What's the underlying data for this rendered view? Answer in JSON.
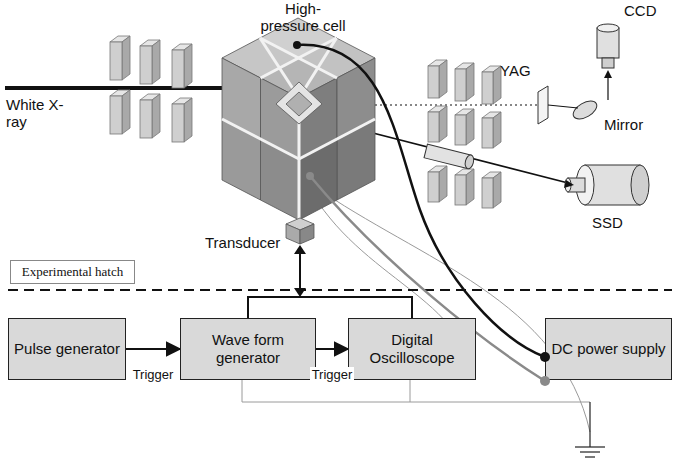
{
  "diagram": {
    "nodes": [
      {
        "text": [
          "Experimental hatch"
        ]
      },
      {
        "text": [
          "Pulse generator"
        ]
      },
      {
        "text": [
          "Wave form generator"
        ]
      },
      {
        "text": [
          "Digital Oscilloscope"
        ]
      },
      {
        "text": [
          "DC power supply"
        ]
      }
    ],
    "edges": [
      {
        "from": 1,
        "to": 2,
        "label": "Trigger",
        "arrow": "to"
      },
      {
        "from": 2,
        "to": 3,
        "label": "Trigger",
        "arrow": "to"
      },
      {
        "from": 2,
        "to": 3,
        "arrow": "none"
      }
    ],
    "labels": [
      "High-pressure cell",
      "White X-ray",
      "CCD",
      "YAG",
      "Mirror",
      "SSD",
      "Transducer"
    ]
  }
}
